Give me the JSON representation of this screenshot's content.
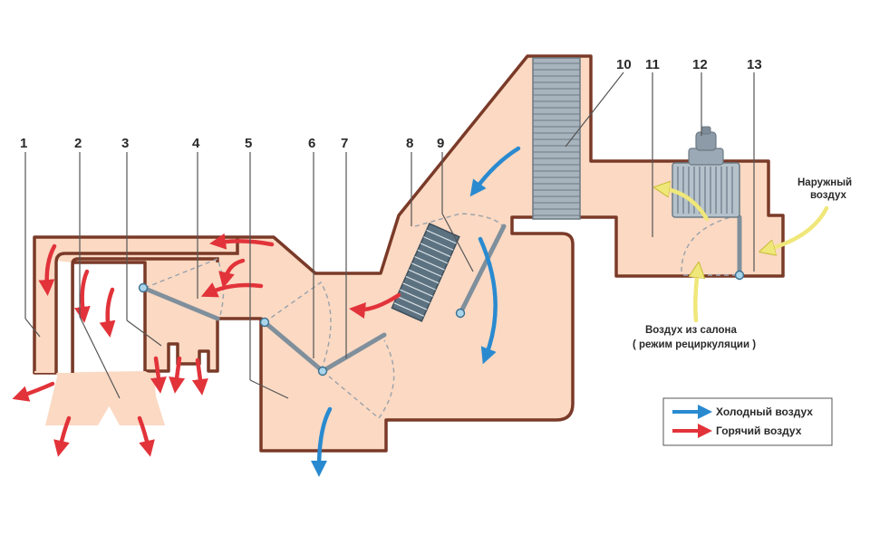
{
  "diagram": {
    "callouts": [
      "1",
      "2",
      "3",
      "4",
      "5",
      "6",
      "7",
      "8",
      "9",
      "10",
      "11",
      "12",
      "13"
    ],
    "labels": {
      "outside_air_line1": "Наружный",
      "outside_air_line2": "воздух",
      "cabin_air_line1": "Воздух из салона",
      "cabin_air_line2": "( режим рециркуляции )"
    },
    "legend": {
      "cold": "Холодный воздух",
      "hot": "Горячий воздух"
    },
    "colors": {
      "duct_fill": "#fbd9c3",
      "duct_outline": "#7a3a28",
      "cold_air": "#2a8ad0",
      "hot_air": "#e2333a",
      "flap": "#8a9aa8",
      "heater_core": "#5d7281",
      "evaporator": "#a8b4bd",
      "fan": "#9aa9b5",
      "arrow_outside": "#f0e77a"
    }
  }
}
